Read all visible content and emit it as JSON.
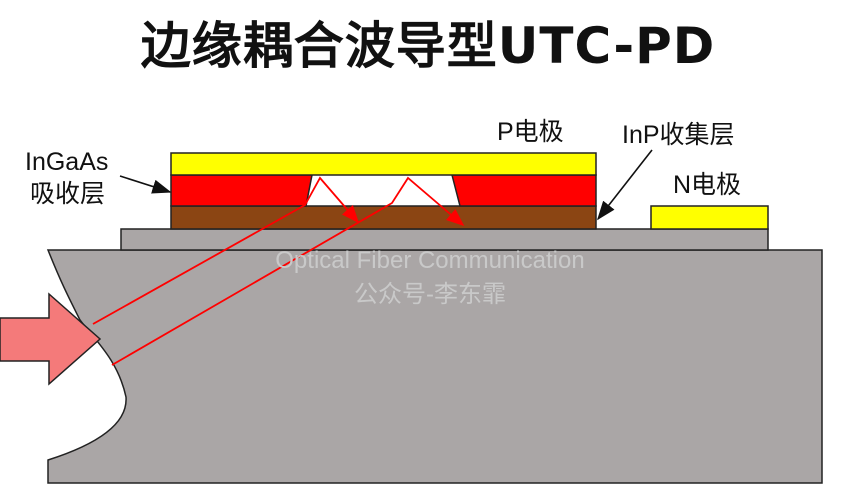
{
  "title": "边缘耦合波导型UTC-PD",
  "labels": {
    "p_electrode": "P电极",
    "inp_collector": "InP收集层",
    "n_electrode": "N电极",
    "ingaas_line1": "InGaAs",
    "ingaas_line2": "吸收层"
  },
  "watermark": {
    "line1": "Optical Fiber Communication",
    "line2": "公众号-李东霏"
  },
  "colors": {
    "electrode": "#ffff00",
    "absorber": "#ff0000",
    "collector": "#8b4513",
    "substrate": "#aaa6a6",
    "arrow": "#f47a7a",
    "ray": "#ff0000"
  }
}
